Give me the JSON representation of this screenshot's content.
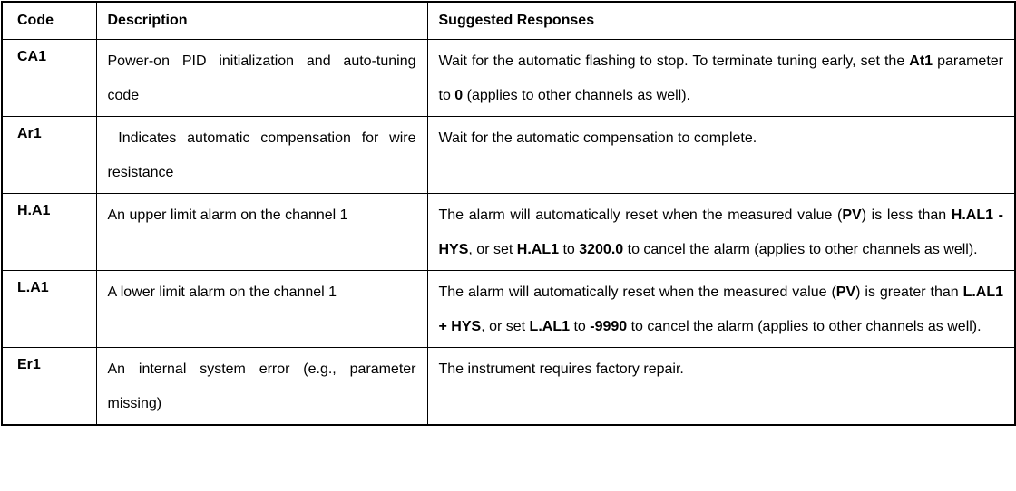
{
  "table": {
    "headers": {
      "code": "Code",
      "description": "Description",
      "responses": "Suggested Responses"
    },
    "rows": [
      {
        "code": "CA1",
        "description": [
          {
            "t": "Power-on PID initialization and auto-tuning code",
            "b": false
          }
        ],
        "response": [
          {
            "t": "Wait for the automatic flashing to stop. To terminate tuning early, set the ",
            "b": false
          },
          {
            "t": "At1",
            "b": true
          },
          {
            "t": " parameter to ",
            "b": false
          },
          {
            "t": "0",
            "b": true
          },
          {
            "t": " (applies to other channels as well).",
            "b": false
          }
        ]
      },
      {
        "code": "Ar1",
        "description": [
          {
            "t": " Indicates automatic compensation for wire resistance",
            "b": false
          }
        ],
        "response": [
          {
            "t": "Wait for the automatic compensation to complete.",
            "b": false
          }
        ]
      },
      {
        "code": "H.A1",
        "description": [
          {
            "t": "An upper limit alarm on the channel 1",
            "b": false
          }
        ],
        "response": [
          {
            "t": "The alarm will automatically reset when the measured value (",
            "b": false
          },
          {
            "t": "PV",
            "b": true
          },
          {
            "t": ") is less than ",
            "b": false
          },
          {
            "t": "H.AL1 - HYS",
            "b": true
          },
          {
            "t": ", or set ",
            "b": false
          },
          {
            "t": "H.AL1",
            "b": true
          },
          {
            "t": " to ",
            "b": false
          },
          {
            "t": "3200.0",
            "b": true
          },
          {
            "t": " to cancel the alarm (applies to other channels as well).",
            "b": false
          }
        ]
      },
      {
        "code": "L.A1",
        "description": [
          {
            "t": "A lower limit alarm on the channel 1",
            "b": false
          }
        ],
        "response": [
          {
            "t": "The alarm will automatically reset when the measured value (",
            "b": false
          },
          {
            "t": "PV",
            "b": true
          },
          {
            "t": ") is greater than ",
            "b": false
          },
          {
            "t": "L.AL1 + HYS",
            "b": true
          },
          {
            "t": ", or set ",
            "b": false
          },
          {
            "t": "L.AL1",
            "b": true
          },
          {
            "t": " to ",
            "b": false
          },
          {
            "t": "-9990",
            "b": true
          },
          {
            "t": " to cancel the alarm (applies to other channels as well).",
            "b": false
          }
        ]
      },
      {
        "code": "Er1",
        "description": [
          {
            "t": "An internal system error (e.g., parameter missing)",
            "b": false
          }
        ],
        "response": [
          {
            "t": "The instrument requires factory repair.",
            "b": false
          }
        ]
      }
    ],
    "colors": {
      "border": "#000000",
      "text": "#000000",
      "background": "#ffffff"
    }
  }
}
